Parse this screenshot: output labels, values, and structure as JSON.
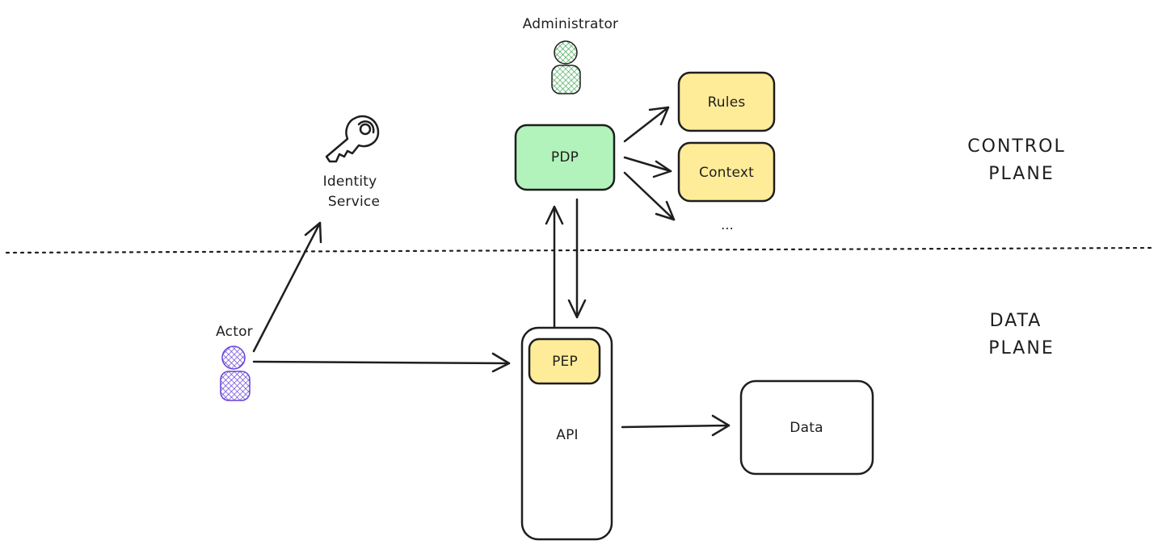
{
  "labels": {
    "administrator": "Administrator",
    "identity_service_line1": "Identity",
    "identity_service_line2": "Service",
    "actor": "Actor",
    "pdp": "PDP",
    "rules": "Rules",
    "context": "Context",
    "ellipsis": "...",
    "pep": "PEP",
    "api": "API",
    "data": "Data",
    "control_plane_line1": "CONTROL",
    "control_plane_line2": "PLANE",
    "data_plane_line1": "DATA",
    "data_plane_line2": "PLANE"
  },
  "colors": {
    "pdp_fill": "#b2f2bb",
    "rules_fill": "#ffec99",
    "context_fill": "#ffec99",
    "pep_fill": "#ffec99",
    "actor_color": "#6741d9",
    "admin_color": "#2f9e44",
    "stroke": "#1e1e1e"
  },
  "icons": {
    "administrator": "person-icon",
    "actor": "person-icon",
    "identity_service": "key-icon"
  }
}
